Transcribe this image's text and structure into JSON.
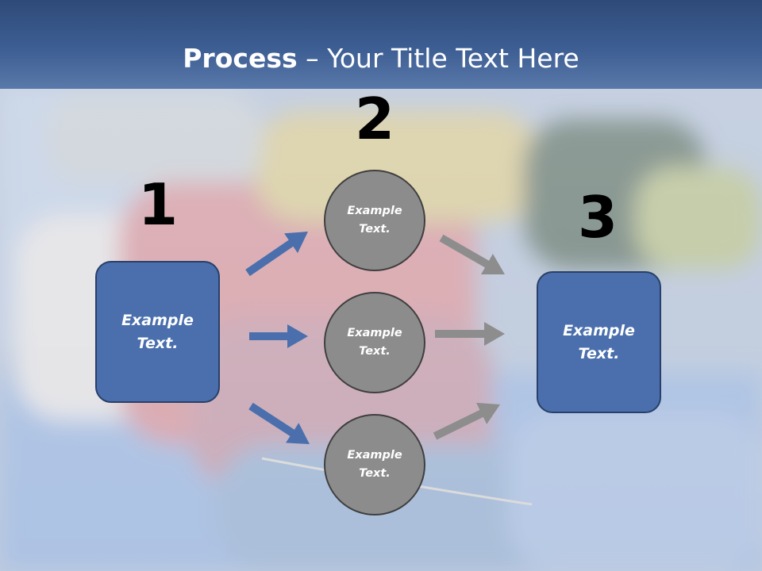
{
  "slide": {
    "title_bold": "Process",
    "title_rest": " – Your Title Text Here"
  },
  "colors": {
    "blue_box": "#4a6fac",
    "gray_circle": "#8c8c8c",
    "blue_arrow": "#4a6fac",
    "gray_arrow": "#8d8d8d"
  },
  "steps": [
    {
      "number": "1",
      "text": "Example Text."
    },
    {
      "number": "2",
      "items": [
        {
          "text": "Example Text."
        },
        {
          "text": "Example Text."
        },
        {
          "text": "Example Text."
        }
      ]
    },
    {
      "number": "3",
      "text": "Example Text."
    }
  ]
}
